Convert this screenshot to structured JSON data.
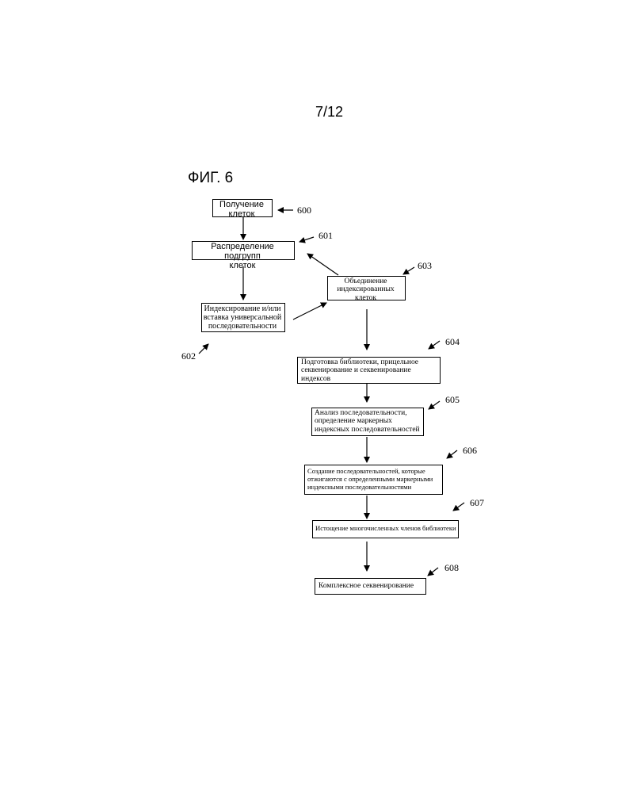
{
  "page_number": "7/12",
  "figure_title": "ФИГ. 6",
  "steps": [
    {
      "id": "600",
      "lines": [
        "Получение",
        "клеток"
      ]
    },
    {
      "id": "601",
      "lines": [
        "Распределение подгрупп",
        "клеток"
      ]
    },
    {
      "id": "602",
      "lines": [
        "Индексирование и/или",
        "вставка универсальной",
        "последовательности"
      ]
    },
    {
      "id": "603",
      "lines": [
        "Объединение",
        "индексированных",
        "клеток"
      ]
    },
    {
      "id": "604",
      "lines": [
        "Подготовка библиотеки, прицельное",
        "секвенирование и секвенирование",
        "индексов"
      ]
    },
    {
      "id": "605",
      "lines": [
        "Анализ последовательности,",
        "определение маркерных",
        "индексных последовательностей"
      ]
    },
    {
      "id": "606",
      "lines": [
        "Создание последовательностей, которые",
        "отжигаются с определенными маркерными",
        "индексными последовательностями"
      ]
    },
    {
      "id": "607",
      "lines": [
        "Истощение многочисленных членов библиотеки"
      ]
    },
    {
      "id": "608",
      "lines": [
        "Комплексное секвенирование"
      ]
    }
  ]
}
